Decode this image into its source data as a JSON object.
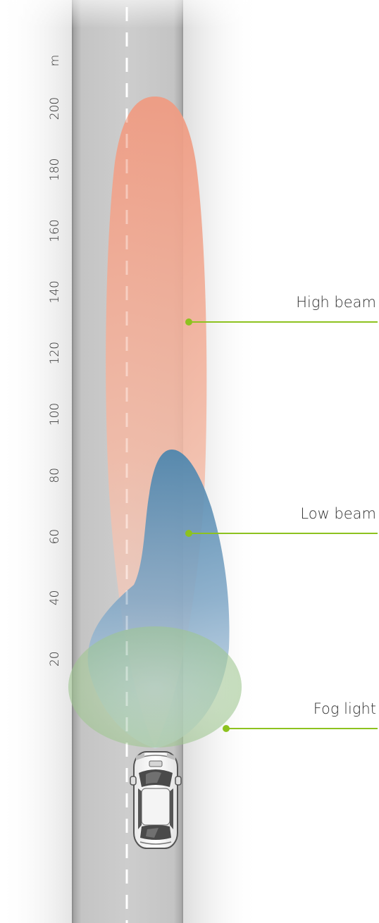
{
  "axis": {
    "unit": "m",
    "ticks": [
      20,
      40,
      60,
      80,
      100,
      120,
      140,
      160,
      180,
      200
    ]
  },
  "beams": [
    {
      "id": "high-beam",
      "label": "High beam",
      "color": "#ef9a80"
    },
    {
      "id": "low-beam",
      "label": "Low beam",
      "color": "#5b8db3"
    },
    {
      "id": "fog-light",
      "label": "Fog light",
      "color": "#a9cd9b"
    }
  ],
  "callout_color": "#8dc21f",
  "road": {
    "surface_color": "#c8c8c8",
    "lane_marking_color": "#ffffff"
  },
  "vehicle": {
    "icon": "car-top-view-icon"
  }
}
